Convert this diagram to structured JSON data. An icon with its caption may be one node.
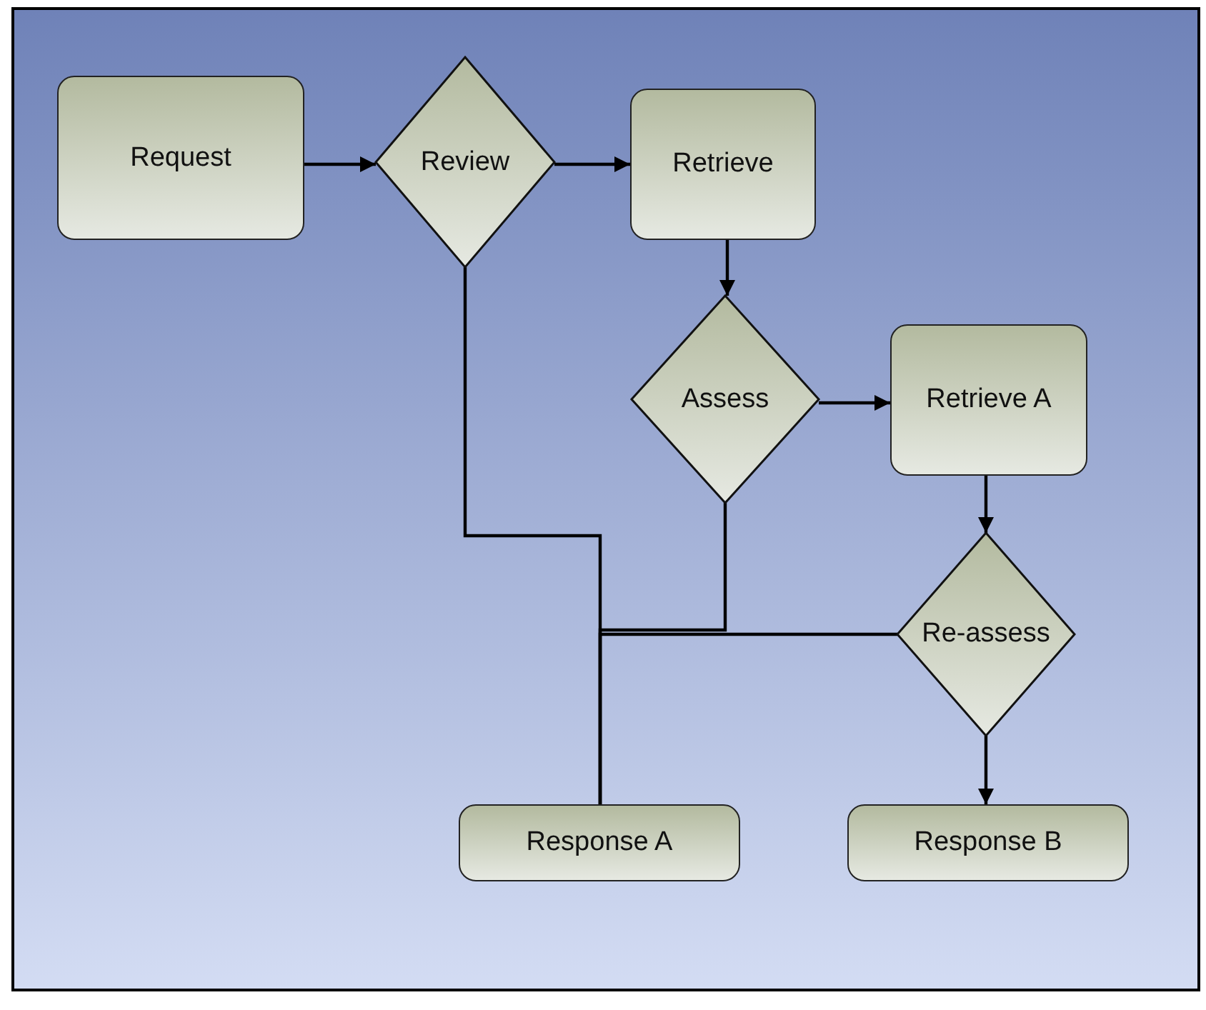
{
  "diagram": {
    "nodes": [
      {
        "text": [
          "Request"
        ]
      },
      {
        "text": [
          "Review"
        ]
      },
      {
        "text": [
          "Retrieve"
        ]
      },
      {
        "text": [
          "Assess"
        ]
      },
      {
        "text": [
          "Retrieve A"
        ]
      },
      {
        "text": [
          "Re-assess"
        ]
      },
      {
        "text": [
          "Response A"
        ]
      },
      {
        "text": [
          "Response B"
        ]
      }
    ],
    "edges": [
      {
        "from": 0,
        "to": 1,
        "arrow": "to"
      },
      {
        "from": 1,
        "to": 2,
        "arrow": "to"
      },
      {
        "from": 2,
        "to": 3,
        "arrow": "to"
      },
      {
        "from": 3,
        "to": 4,
        "arrow": "to"
      },
      {
        "from": 4,
        "to": 5,
        "arrow": "to"
      },
      {
        "from": 5,
        "to": 7,
        "arrow": "to"
      },
      {
        "from": 1,
        "to": 6,
        "arrow": "none"
      },
      {
        "from": 3,
        "to": 6,
        "arrow": "none"
      },
      {
        "from": 5,
        "to": 6,
        "arrow": "none"
      }
    ]
  }
}
